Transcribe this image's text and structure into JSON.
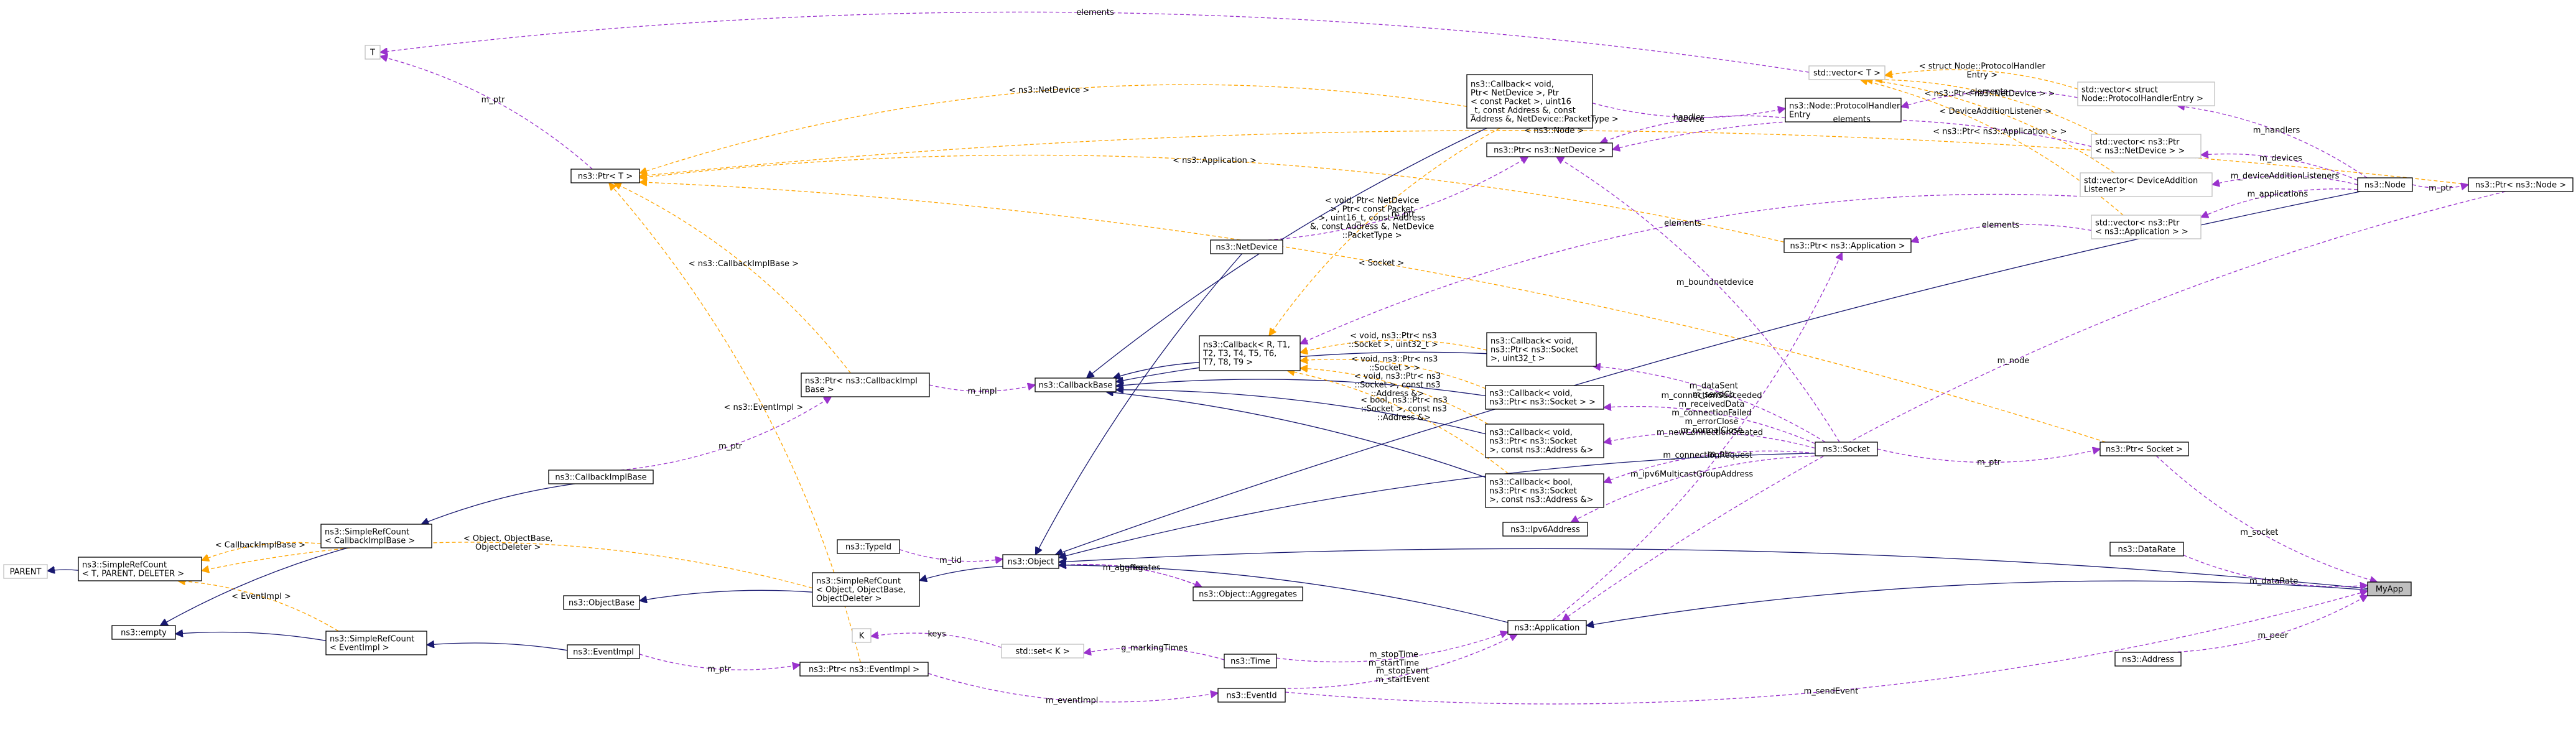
{
  "colors": {
    "inherit": "#191970",
    "usage": "#9a32cd",
    "template": "#ffa500",
    "focus_fill": "#bfbfbf",
    "undocumented_border": "#bfbfbf"
  },
  "nodes": [
    {
      "id": "T",
      "lines": [
        "T"
      ],
      "style": "gray"
    },
    {
      "id": "ptrT",
      "lines": [
        "ns3::Ptr< T >"
      ]
    },
    {
      "id": "vectorT",
      "lines": [
        "std::vector< T >"
      ],
      "style": "gray"
    },
    {
      "id": "cbNetDevice",
      "lines": [
        "ns3::Callback< void,",
        "Ptr< NetDevice >, Ptr",
        "< const Packet >, uint16",
        "_t, const Address &, const",
        "Address &, NetDevice::PacketType >"
      ]
    },
    {
      "id": "protoEntry",
      "lines": [
        "ns3::Node::ProtocolHandler",
        "Entry"
      ]
    },
    {
      "id": "vecProto",
      "lines": [
        "std::vector< struct",
        "Node::ProtocolHandlerEntry >"
      ],
      "style": "gray"
    },
    {
      "id": "ptrNetDevice",
      "lines": [
        "ns3::Ptr< ns3::NetDevice >"
      ]
    },
    {
      "id": "vecPtrNetDev",
      "lines": [
        "std::vector< ns3::Ptr",
        "< ns3::NetDevice > >"
      ],
      "style": "gray"
    },
    {
      "id": "vecDevAdd",
      "lines": [
        "std::vector< DeviceAddition",
        "Listener >"
      ],
      "style": "gray"
    },
    {
      "id": "node",
      "lines": [
        "ns3::Node"
      ]
    },
    {
      "id": "ptrNode",
      "lines": [
        "ns3::Ptr< ns3::Node >"
      ]
    },
    {
      "id": "vecPtrApp",
      "lines": [
        "std::vector< ns3::Ptr",
        "< ns3::Application > >"
      ],
      "style": "gray"
    },
    {
      "id": "netDevice",
      "lines": [
        "ns3::NetDevice"
      ]
    },
    {
      "id": "ptrApp",
      "lines": [
        "ns3::Ptr< ns3::Application >"
      ]
    },
    {
      "id": "cbGeneric",
      "lines": [
        "ns3::Callback< R, T1,",
        "T2, T3, T4, T5, T6,",
        "T7, T8, T9 >"
      ]
    },
    {
      "id": "cbSocketU32",
      "lines": [
        "ns3::Callback< void,",
        "ns3::Ptr< ns3::Socket",
        ">, uint32_t >"
      ]
    },
    {
      "id": "ptrCbImpl",
      "lines": [
        "ns3::Ptr< ns3::CallbackImpl",
        "Base >"
      ]
    },
    {
      "id": "cbBase",
      "lines": [
        "ns3::CallbackBase"
      ]
    },
    {
      "id": "cbSocket",
      "lines": [
        "ns3::Callback< void,",
        "ns3::Ptr< ns3::Socket > >"
      ]
    },
    {
      "id": "cbSocketAddr",
      "lines": [
        "ns3::Callback< void,",
        "ns3::Ptr< ns3::Socket",
        ">, const ns3::Address &>"
      ]
    },
    {
      "id": "socket",
      "lines": [
        "ns3::Socket"
      ]
    },
    {
      "id": "ptrSocket",
      "lines": [
        "ns3::Ptr< Socket >"
      ]
    },
    {
      "id": "cbBoolSocket",
      "lines": [
        "ns3::Callback< bool,",
        "ns3::Ptr< ns3::Socket",
        ">, const ns3::Address &>"
      ]
    },
    {
      "id": "cbImplBase",
      "lines": [
        "ns3::CallbackImplBase"
      ]
    },
    {
      "id": "ipv6",
      "lines": [
        "ns3::Ipv6Address"
      ]
    },
    {
      "id": "parent",
      "lines": [
        "PARENT"
      ],
      "style": "gray"
    },
    {
      "id": "srcCbImpl",
      "lines": [
        "ns3::SimpleRefCount",
        "< CallbackImplBase >"
      ]
    },
    {
      "id": "typeId",
      "lines": [
        "ns3::TypeId"
      ]
    },
    {
      "id": "srcT",
      "lines": [
        "ns3::SimpleRefCount",
        "< T, PARENT, DELETER >"
      ]
    },
    {
      "id": "object",
      "lines": [
        "ns3::Object"
      ]
    },
    {
      "id": "srcObject",
      "lines": [
        "ns3::SimpleRefCount",
        "< Object, ObjectBase,",
        "ObjectDeleter >"
      ]
    },
    {
      "id": "aggregates",
      "lines": [
        "ns3::Object::Aggregates"
      ]
    },
    {
      "id": "objectBase",
      "lines": [
        "ns3::ObjectBase"
      ]
    },
    {
      "id": "dataRate",
      "lines": [
        "ns3::DataRate"
      ]
    },
    {
      "id": "myApp",
      "lines": [
        "MyApp"
      ],
      "style": "focus"
    },
    {
      "id": "empty",
      "lines": [
        "ns3::empty"
      ]
    },
    {
      "id": "srcEventImpl",
      "lines": [
        "ns3::SimpleRefCount",
        "< EventImpl >"
      ]
    },
    {
      "id": "K",
      "lines": [
        "K"
      ],
      "style": "gray"
    },
    {
      "id": "setK",
      "lines": [
        "std::set< K >"
      ],
      "style": "gray"
    },
    {
      "id": "application",
      "lines": [
        "ns3::Application"
      ]
    },
    {
      "id": "eventImpl",
      "lines": [
        "ns3::EventImpl"
      ]
    },
    {
      "id": "time",
      "lines": [
        "ns3::Time"
      ]
    },
    {
      "id": "address",
      "lines": [
        "ns3::Address"
      ]
    },
    {
      "id": "ptrEventImpl",
      "lines": [
        "ns3::Ptr< ns3::EventImpl >"
      ]
    },
    {
      "id": "eventId",
      "lines": [
        "ns3::EventId"
      ]
    }
  ],
  "edges": [
    {
      "from": "vectorT",
      "to": "T",
      "kind": "usage",
      "labels": [
        "elements"
      ]
    },
    {
      "from": "ptrT",
      "to": "T",
      "kind": "usage",
      "labels": [
        "m_ptr"
      ]
    },
    {
      "from": "ptrNode",
      "to": "ptrT",
      "kind": "template",
      "labels": [
        "< ns3::Node >"
      ]
    },
    {
      "from": "cbNetDevice",
      "to": "ptrT",
      "kind": "template",
      "labels": [
        "< ns3::NetDevice >"
      ]
    },
    {
      "from": "ptrApp",
      "to": "ptrT",
      "kind": "template",
      "labels": [
        "< ns3::Application >"
      ]
    },
    {
      "from": "ptrSocket",
      "to": "ptrT",
      "kind": "template",
      "labels": [
        "< Socket >"
      ]
    },
    {
      "from": "ptrCbImpl",
      "to": "ptrT",
      "kind": "template",
      "labels": [
        "< ns3::CallbackImplBase >"
      ]
    },
    {
      "from": "ptrEventImpl",
      "to": "ptrT",
      "kind": "template",
      "labels": [
        "< ns3::EventImpl >"
      ]
    },
    {
      "from": "vecProto",
      "to": "vectorT",
      "kind": "template",
      "labels": [
        "< struct Node::ProtocolHandler",
        "Entry >"
      ]
    },
    {
      "from": "vecPtrNetDev",
      "to": "vectorT",
      "kind": "template",
      "labels": [
        "< ns3::Ptr< ns3::NetDevice > >"
      ]
    },
    {
      "from": "vecDevAdd",
      "to": "vectorT",
      "kind": "template",
      "labels": [
        "< DeviceAdditionListener >"
      ]
    },
    {
      "from": "vecPtrApp",
      "to": "vectorT",
      "kind": "template",
      "labels": [
        "< ns3::Ptr< ns3::Application > >"
      ]
    },
    {
      "from": "cbNetDevice",
      "to": "protoEntry",
      "kind": "usage",
      "labels": [
        "handler"
      ]
    },
    {
      "from": "protoEntry",
      "to": "ptrNetDevice",
      "kind": "usage",
      "labels": [
        "device"
      ]
    },
    {
      "from": "vecProto",
      "to": "protoEntry",
      "kind": "usage",
      "labels": [
        "elements"
      ]
    },
    {
      "from": "vecPtrNetDev",
      "to": "ptrNetDevice",
      "kind": "usage",
      "labels": [
        "elements"
      ]
    },
    {
      "from": "node",
      "to": "vecProto",
      "kind": "usage",
      "labels": [
        "m_handlers"
      ]
    },
    {
      "from": "node",
      "to": "vecPtrNetDev",
      "kind": "usage",
      "labels": [
        "m_devices"
      ]
    },
    {
      "from": "node",
      "to": "vecDevAdd",
      "kind": "usage",
      "labels": [
        "m_deviceAdditionListeners"
      ]
    },
    {
      "from": "node",
      "to": "vecPtrApp",
      "kind": "usage",
      "labels": [
        "m_applications"
      ]
    },
    {
      "from": "node",
      "to": "ptrNode",
      "kind": "usage",
      "labels": [
        "m_ptr"
      ]
    },
    {
      "from": "vecPtrApp",
      "to": "ptrApp",
      "kind": "usage",
      "labels": [
        "elements"
      ]
    },
    {
      "from": "vecDevAdd",
      "to": "cbGeneric",
      "kind": "usage",
      "labels": [
        "elements"
      ]
    },
    {
      "from": "netDevice",
      "to": "ptrNetDevice",
      "kind": "usage",
      "labels": [
        "m_ptr"
      ]
    },
    {
      "from": "cbNetDevice",
      "to": "cbBase",
      "kind": "inherit"
    },
    {
      "from": "netDevice",
      "to": "object",
      "kind": "inherit"
    },
    {
      "from": "node",
      "to": "object",
      "kind": "inherit"
    },
    {
      "from": "cbNetDevice",
      "to": "cbGeneric",
      "kind": "template",
      "labels": [
        "< void, Ptr< NetDevice",
        ">, Ptr< const Packet",
        ">, uint16_t, const Address",
        "&, const Address &, NetDevice",
        "::PacketType >"
      ]
    },
    {
      "from": "application",
      "to": "ptrApp",
      "kind": "usage",
      "labels": [
        "m_ptr"
      ]
    },
    {
      "from": "socket",
      "to": "ptrNetDevice",
      "kind": "usage",
      "labels": [
        "m_boundnetdevice"
      ]
    },
    {
      "from": "cbGeneric",
      "to": "cbBase",
      "kind": "inherit"
    },
    {
      "from": "cbSocketU32",
      "to": "cbBase",
      "kind": "inherit"
    },
    {
      "from": "cbSocket",
      "to": "cbBase",
      "kind": "inherit"
    },
    {
      "from": "cbSocketAddr",
      "to": "cbBase",
      "kind": "inherit"
    },
    {
      "from": "cbBoolSocket",
      "to": "cbBase",
      "kind": "inherit"
    },
    {
      "from": "cbSocketU32",
      "to": "cbGeneric",
      "kind": "template",
      "labels": [
        "< void, ns3::Ptr< ns3",
        "::Socket >, uint32_t >"
      ]
    },
    {
      "from": "cbSocket",
      "to": "cbGeneric",
      "kind": "template",
      "labels": [
        "< void, ns3::Ptr< ns3",
        "::Socket > >"
      ]
    },
    {
      "from": "cbSocketAddr",
      "to": "cbGeneric",
      "kind": "template",
      "labels": [
        "< void, ns3::Ptr< ns3",
        "::Socket >, const ns3",
        "::Address &>"
      ]
    },
    {
      "from": "cbBoolSocket",
      "to": "cbGeneric",
      "kind": "template",
      "labels": [
        "< bool, ns3::Ptr< ns3",
        "::Socket >, const ns3",
        "::Address &>"
      ]
    },
    {
      "from": "ptrCbImpl",
      "to": "cbBase",
      "kind": "usage",
      "labels": [
        "m_impl"
      ]
    },
    {
      "from": "cbImplBase",
      "to": "ptrCbImpl",
      "kind": "usage",
      "labels": [
        "m_ptr"
      ]
    },
    {
      "from": "socket",
      "to": "cbSocketU32",
      "kind": "usage",
      "labels": [
        "m_dataSent",
        "m_sendCb"
      ]
    },
    {
      "from": "socket",
      "to": "cbSocket",
      "kind": "usage",
      "labels": [
        "m_connectionSucceeded",
        "m_receivedData",
        "m_connectionFailed",
        "m_errorClose",
        "m_normalClose"
      ]
    },
    {
      "from": "socket",
      "to": "cbSocketAddr",
      "kind": "usage",
      "labels": [
        "m_newConnectionCreated"
      ]
    },
    {
      "from": "socket",
      "to": "cbBoolSocket",
      "kind": "usage",
      "labels": [
        "m_connectionRequest"
      ]
    },
    {
      "from": "socket",
      "to": "ipv6",
      "kind": "usage",
      "labels": [
        "m_ipv6MulticastGroupAddress"
      ]
    },
    {
      "from": "socket",
      "to": "ptrSocket",
      "kind": "usage",
      "labels": [
        "m_ptr"
      ]
    },
    {
      "from": "socket",
      "to": "object",
      "kind": "inherit"
    },
    {
      "from": "srcT",
      "to": "parent",
      "kind": "inherit"
    },
    {
      "from": "cbImplBase",
      "to": "srcCbImpl",
      "kind": "inherit"
    },
    {
      "from": "srcCbImpl",
      "to": "srcT",
      "kind": "template",
      "labels": [
        "< CallbackImplBase >"
      ]
    },
    {
      "from": "srcObject",
      "to": "srcT",
      "kind": "template",
      "labels": [
        "< Object, ObjectBase,",
        "ObjectDeleter >"
      ]
    },
    {
      "from": "srcEventImpl",
      "to": "srcT",
      "kind": "template",
      "labels": [
        "< EventImpl >"
      ]
    },
    {
      "from": "srcCbImpl",
      "to": "empty",
      "kind": "inherit"
    },
    {
      "from": "srcEventImpl",
      "to": "empty",
      "kind": "inherit"
    },
    {
      "from": "typeId",
      "to": "object",
      "kind": "usage",
      "labels": [
        "m_tid"
      ]
    },
    {
      "from": "object",
      "to": "srcObject",
      "kind": "inherit"
    },
    {
      "from": "srcObject",
      "to": "objectBase",
      "kind": "inherit"
    },
    {
      "from": "aggregates",
      "to": "object",
      "kind": "usage",
      "labels": [
        "buffer"
      ]
    },
    {
      "from": "object",
      "to": "aggregates",
      "kind": "usage",
      "labels": [
        "m_aggregates"
      ]
    },
    {
      "from": "application",
      "to": "object",
      "kind": "inherit"
    },
    {
      "from": "myApp",
      "to": "application",
      "kind": "inherit"
    },
    {
      "from": "myApp",
      "to": "object",
      "kind": "inherit"
    },
    {
      "from": "dataRate",
      "to": "myApp",
      "kind": "usage",
      "labels": [
        "m_dataRate"
      ]
    },
    {
      "from": "ptrSocket",
      "to": "myApp",
      "kind": "usage",
      "labels": [
        "m_socket"
      ]
    },
    {
      "from": "address",
      "to": "myApp",
      "kind": "usage",
      "labels": [
        "m_peer"
      ]
    },
    {
      "from": "ptrNode",
      "to": "application",
      "kind": "usage",
      "labels": [
        "m_node"
      ]
    },
    {
      "from": "eventId",
      "to": "myApp",
      "kind": "usage",
      "labels": [
        "m_sendEvent"
      ]
    },
    {
      "from": "eventImpl",
      "to": "srcEventImpl",
      "kind": "inherit"
    },
    {
      "from": "setK",
      "to": "K",
      "kind": "usage",
      "labels": [
        "keys"
      ]
    },
    {
      "from": "time",
      "to": "setK",
      "kind": "usage",
      "labels": [
        "g_markingTimes"
      ]
    },
    {
      "from": "time",
      "to": "application",
      "kind": "usage",
      "labels": [
        "m_stopTime",
        "m_startTime"
      ]
    },
    {
      "from": "eventImpl",
      "to": "ptrEventImpl",
      "kind": "usage",
      "labels": [
        "m_ptr"
      ]
    },
    {
      "from": "ptrEventImpl",
      "to": "eventId",
      "kind": "usage",
      "labels": [
        "m_eventImpl"
      ]
    },
    {
      "from": "eventId",
      "to": "application",
      "kind": "usage",
      "labels": [
        "m_stopEvent",
        "m_startEvent"
      ]
    }
  ]
}
